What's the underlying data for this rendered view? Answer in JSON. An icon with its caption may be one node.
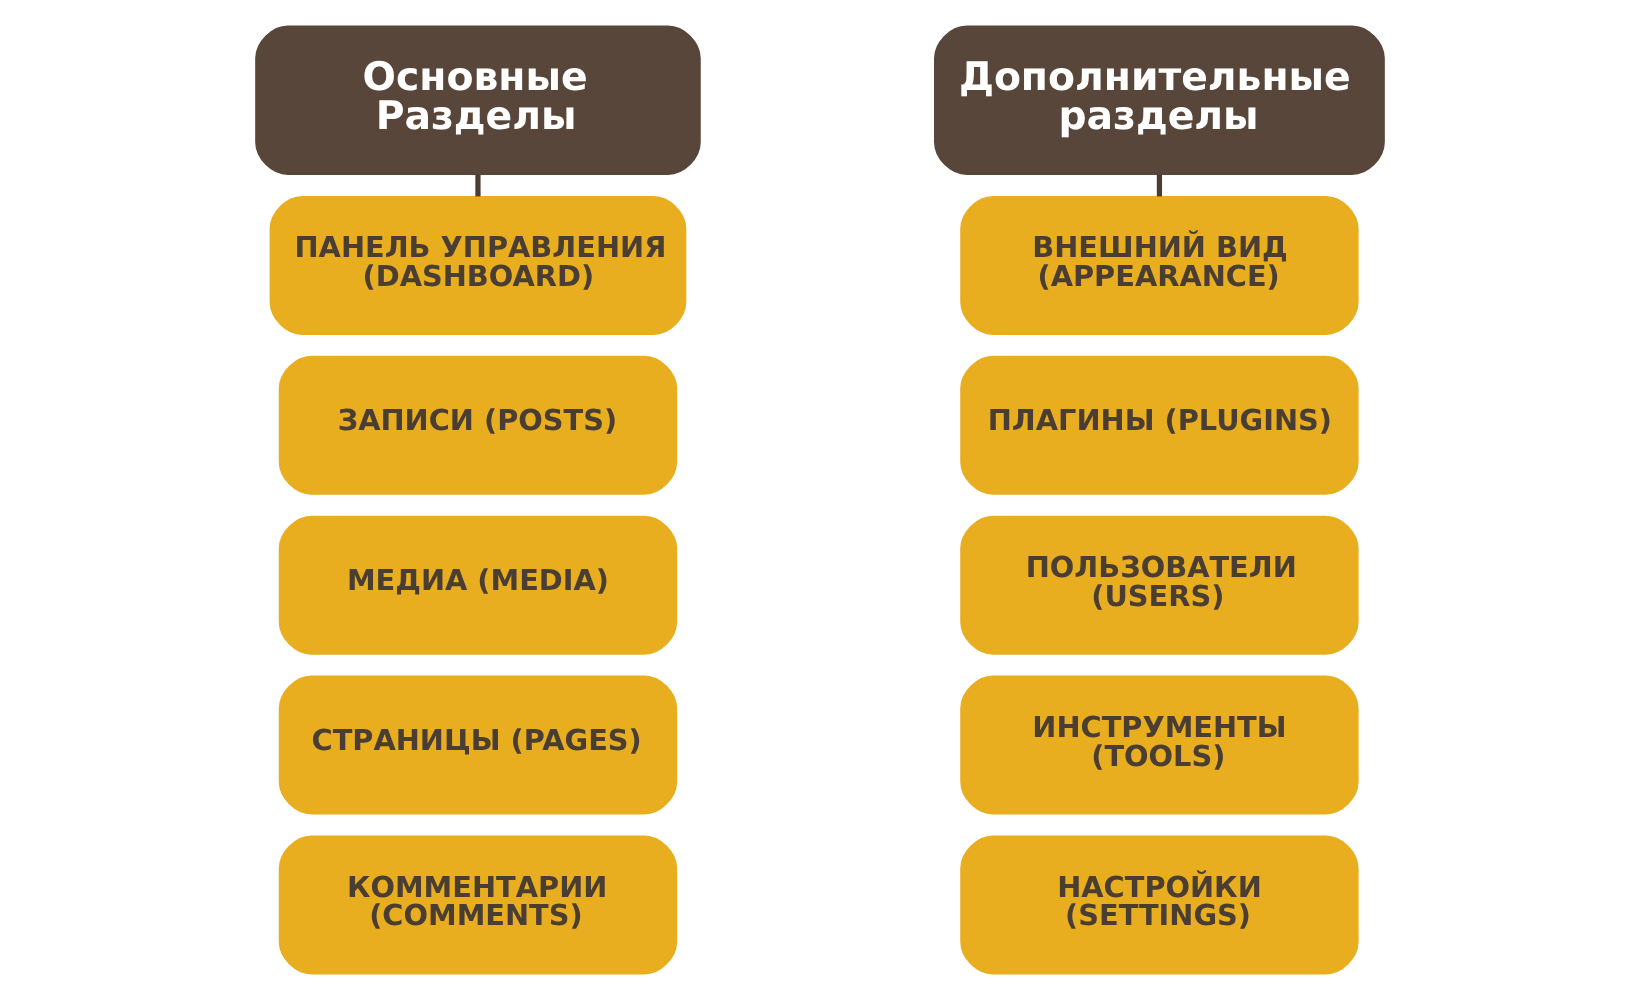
{
  "diagram": {
    "nodes": [
      {
        "text": [
          "Основные Разделы"
        ]
      },
      {
        "text": [
          "ПАНЕЛЬ УПРАВЛЕНИЯ (DASHBOARD)"
        ]
      },
      {
        "text": [
          "ЗАПИСИ (POSTS)"
        ]
      },
      {
        "text": [
          "МЕДИА (MEDIA)"
        ]
      },
      {
        "text": [
          "СТРАНИЦЫ (PAGES)"
        ]
      },
      {
        "text": [
          "КОММЕНТАРИИ (COMMENTS)"
        ]
      },
      {
        "text": [
          "Дополнительные разделы"
        ]
      },
      {
        "text": [
          "ВНЕШНИЙ ВИД (APPEARANCE)"
        ]
      },
      {
        "text": [
          "ПЛАГИНЫ (PLUGINS)"
        ]
      },
      {
        "text": [
          "ПОЛЬЗОВАТЕЛИ (USERS)"
        ]
      },
      {
        "text": [
          "ИНСТРУМЕНТЫ (TOOLS)"
        ]
      },
      {
        "text": [
          "НАСТРОЙКИ (SETTINGS)"
        ]
      }
    ],
    "edges": [
      {
        "from": 0,
        "to": 1,
        "arrow": "none"
      },
      {
        "from": 6,
        "to": 7,
        "arrow": "none"
      }
    ]
  }
}
